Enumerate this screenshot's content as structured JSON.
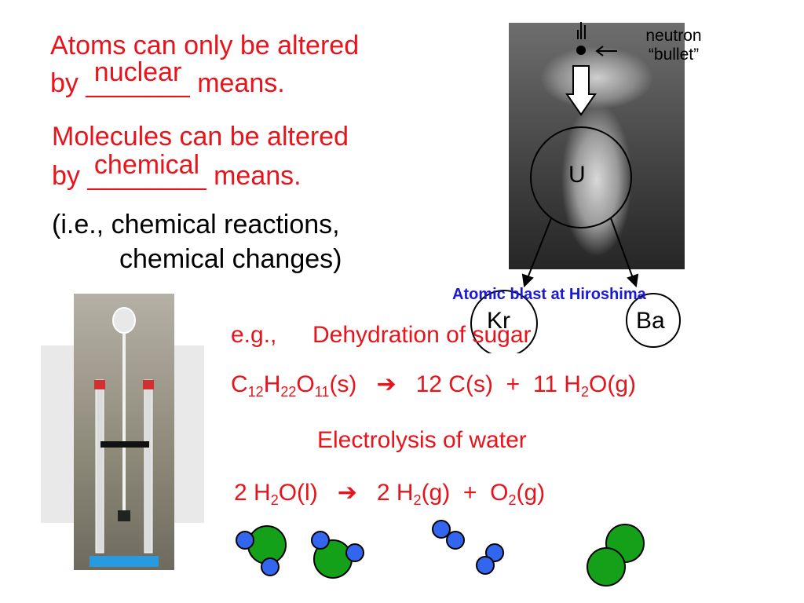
{
  "slide": {
    "atoms_line1": "Atoms can only be altered",
    "atoms_by": "by",
    "atoms_blank": "_______",
    "atoms_answer": "nuclear",
    "atoms_means": "means.",
    "molecules_line1": "Molecules can be altered",
    "molecules_by": "by",
    "molecules_blank": "________",
    "molecules_answer": "chemical",
    "molecules_means": "means.",
    "ie_line1": "(i.e., chemical reactions,",
    "ie_line2": "chemical changes)",
    "eg_label": "e.g.,",
    "dehydration_title": "Dehydration of sugar",
    "electrolysis_title": "Electrolysis of water",
    "neutron_label_1": "neutron",
    "neutron_label_2": "“bullet”",
    "uranium": "U",
    "krypton": "Kr",
    "barium": "Ba",
    "hiroshima_caption": "Atomic blast at Hiroshima"
  },
  "equations": {
    "sugar": {
      "c": "C",
      "c_sub": "12",
      "h": "H",
      "h_sub": "22",
      "o": "O",
      "o_sub": "11",
      "state": "(s)",
      "arrow": "➔",
      "p1": "12 C(s)",
      "plus": "+",
      "p2_coef": "11 H",
      "p2_sub": "2",
      "p2_rest": "O(g)"
    },
    "water": {
      "r_coef": "2 H",
      "r_sub": "2",
      "r_rest": "O(l)",
      "arrow": "➔",
      "p1_coef": "2 H",
      "p1_sub": "2",
      "p1_rest": "(g)",
      "plus": "+",
      "p2_coef": "O",
      "p2_sub": "2",
      "p2_rest": "(g)"
    }
  },
  "colors": {
    "text_red": "#e8141c",
    "caption_blue": "#1a1ad6",
    "oxygen": "#15a01a",
    "hydrogen": "#3366ee"
  }
}
